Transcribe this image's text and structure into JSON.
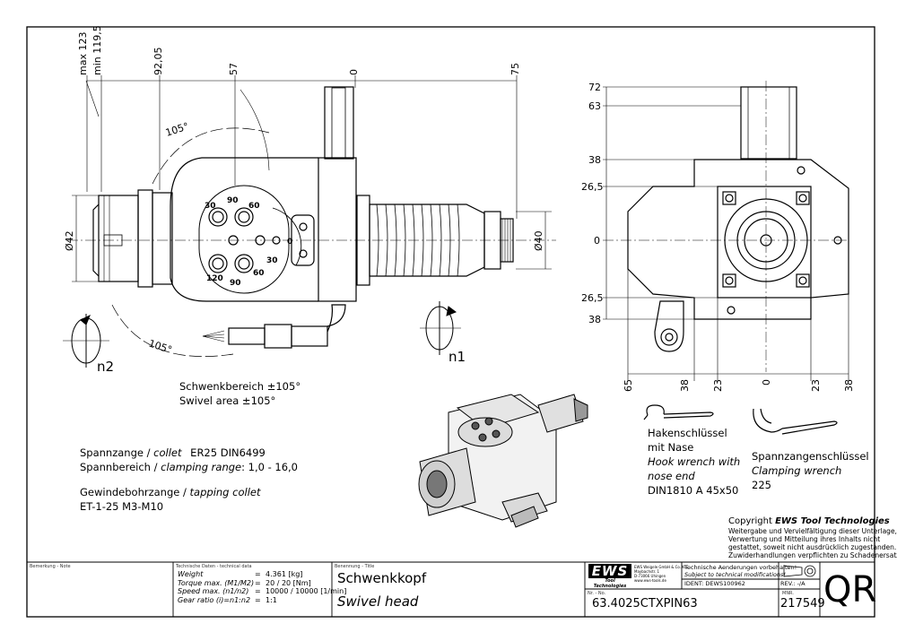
{
  "top_dims": [
    "max 123",
    "min 119,5",
    "92,05",
    "57",
    "0",
    "75"
  ],
  "left_dims": [
    "Ø42",
    "Ø40"
  ],
  "right_vert_dims": [
    "72",
    "63",
    "38",
    "26,5",
    "0",
    "26,5",
    "38"
  ],
  "right_horz_dims": [
    "65",
    "38",
    "23",
    "0",
    "23",
    "38"
  ],
  "angle_labels": [
    "105°",
    "105°"
  ],
  "dial_numbers": [
    "30",
    "60",
    "90",
    "120",
    "0",
    "30",
    "60",
    "90"
  ],
  "rotation_labels": [
    "n2",
    "n1"
  ],
  "swivel": {
    "de": "Schwenkbereich ±105°",
    "en": "Swivel area ±105°"
  },
  "collet": {
    "line1_de": "Spannzange /",
    "line1_en": "collet",
    "line1_val": "ER25    DIN6499",
    "line2_de": "Spannbereich /",
    "line2_en": "clamping range",
    "line2_val": ": 1,0  -  16,0"
  },
  "tapping": {
    "line1_de": "Gewindebohrzange /",
    "line1_en": "tapping collet",
    "line2": "ET-1-25    M3-M10"
  },
  "hook_wrench": {
    "l1": "Hakenschlüssel",
    "l2": "mit Nase",
    "l3": "Hook wrench with",
    "l4": "nose end",
    "l5": "DIN1810  A  45x50"
  },
  "clamp_wrench": {
    "l1": "Spannzangenschlüssel",
    "l2": "Clamping wrench",
    "l3": "225"
  },
  "copyright": {
    "prefix": "Copyright",
    "brand": "EWS Tool Technologies",
    "lines": [
      "Weitergabe und Vervielfältigung dieser Unterlage,",
      "Verwertung und Mitteilung ihres Inhalts nicht",
      "gestattet, soweit nicht ausdrücklich zugestanden.",
      "Zuwiderhandlungen verpflichten zu Schadenersatz."
    ]
  },
  "title_block": {
    "remark_label": "Bemerkung - Note",
    "tech_label": "Technische Daten - technical data",
    "rows": [
      {
        "label": "Weight",
        "eq": "=",
        "val": "4.361 [kg]"
      },
      {
        "label": "Torque max. (M1/M2)",
        "eq": "=",
        "val": "20 / 20 [Nm]"
      },
      {
        "label": "Speed max. (n1/n2)",
        "eq": "=",
        "val": "10000 / 10000 [1/min]"
      },
      {
        "label": "Gear ratio (i)=n1:n2",
        "eq": "=",
        "val": "1:1"
      }
    ],
    "title_label": "Benennung - Title",
    "title_de": "Schwenkkopf",
    "title_en": "Swivel head",
    "logo": "EWS",
    "logo_sub": "Tool Technologies",
    "company_lines": [
      "EWS Weigele GmbH & Co. KG",
      "Maybachstr. 1",
      "D-73066 Uhingen",
      "www.ews-tools.de"
    ],
    "change_de": "Technische Aenderungen vorbehalten!",
    "change_en": "Subject to technical modifications!",
    "ident_label": "IDENT:",
    "ident_val": "DEWS100962",
    "rev_label": "REV.:",
    "rev_val": "-/A",
    "nr_label": "Nr. - No.",
    "nr_val": "63.4025CTXPIN63",
    "mnr_label": "MNR.",
    "mnr_val": "217549",
    "qr": "QR"
  }
}
